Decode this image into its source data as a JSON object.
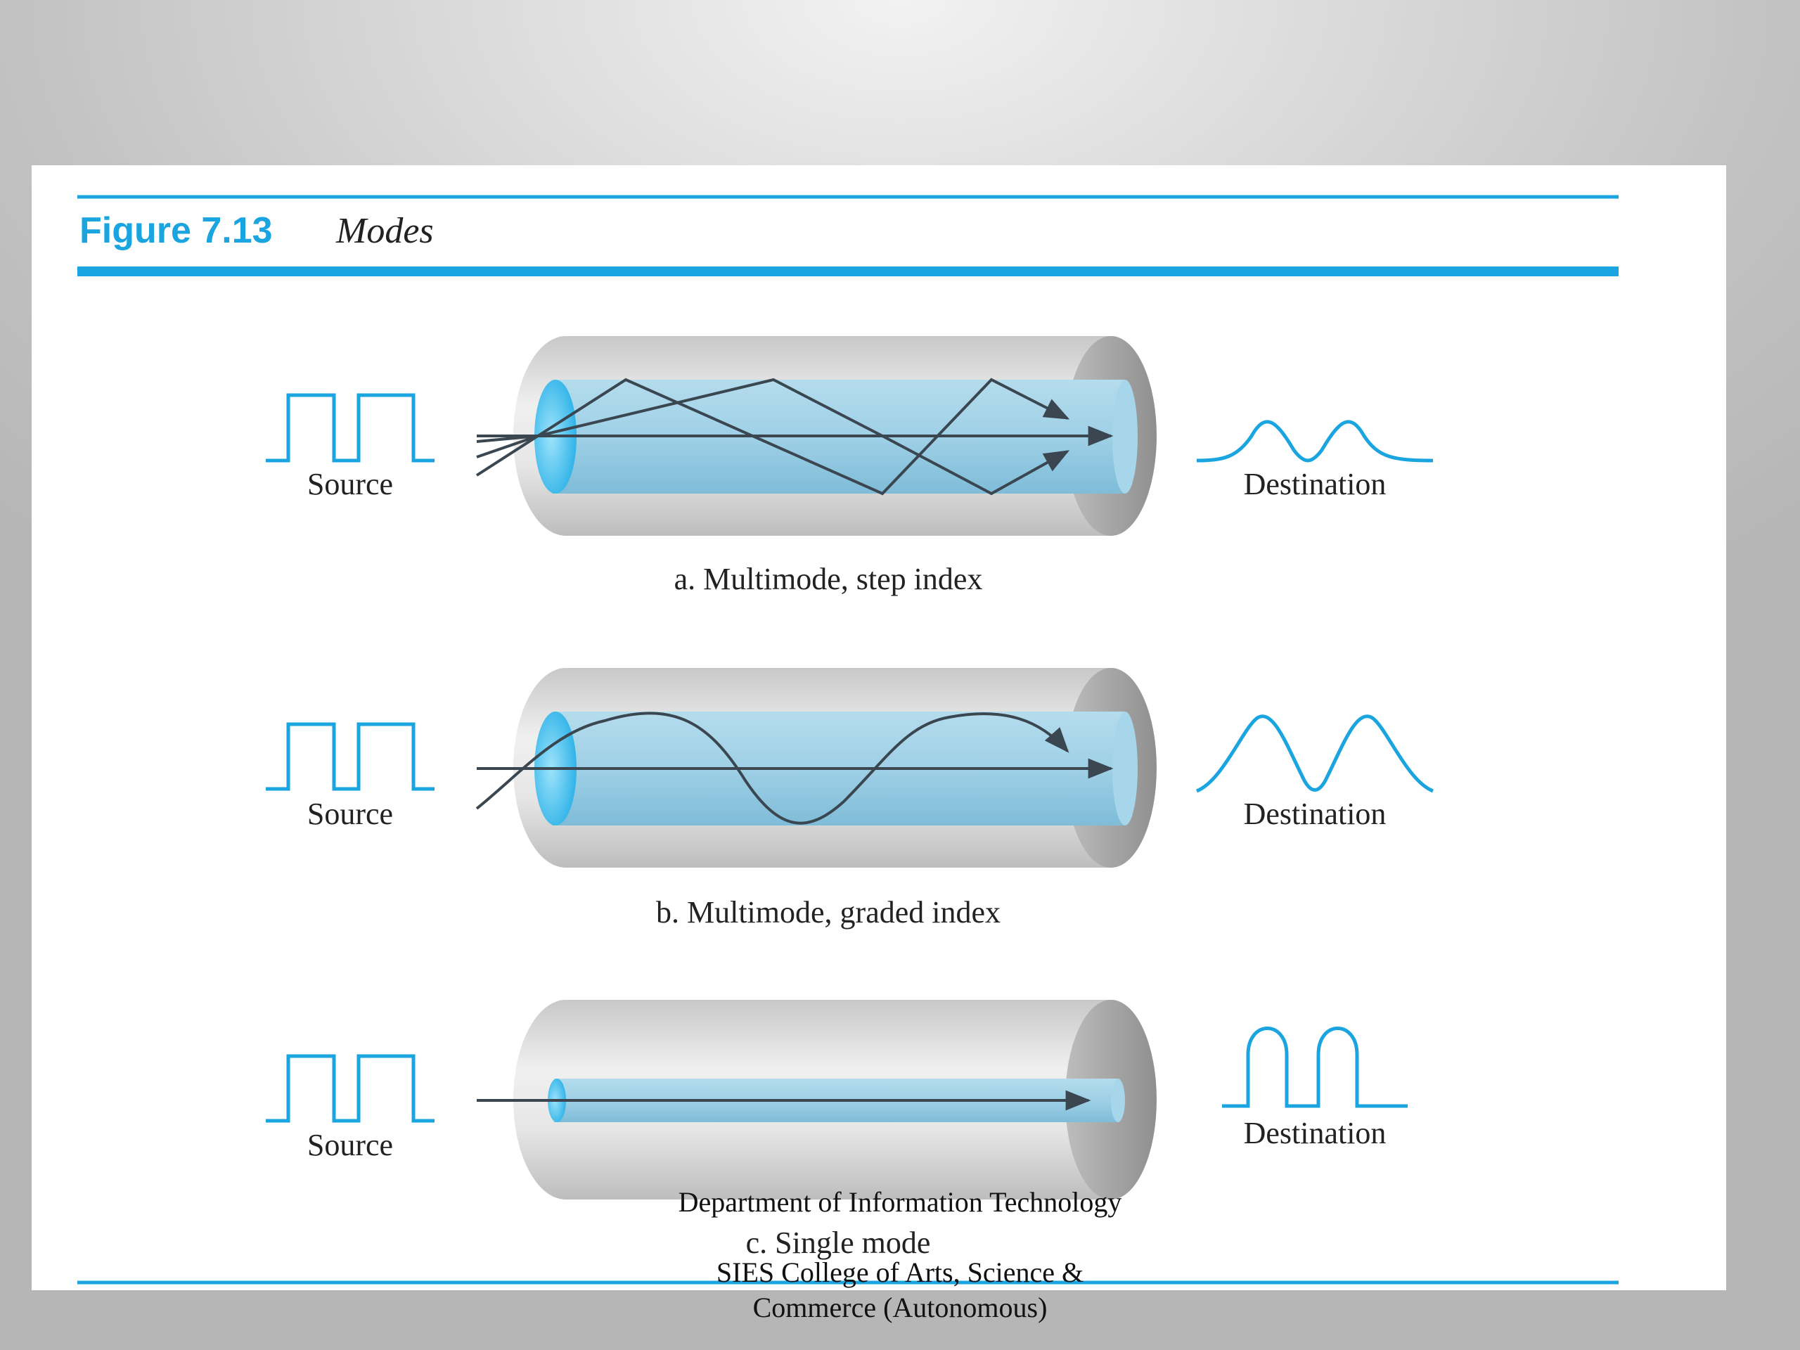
{
  "figure": {
    "number": "Figure 7.13",
    "title": "Modes"
  },
  "panels": [
    {
      "id": "a",
      "caption": "a. Multimode, step index",
      "source_label": "Source",
      "destination_label": "Destination"
    },
    {
      "id": "b",
      "caption": "b. Multimode, graded index",
      "source_label": "Source",
      "destination_label": "Destination"
    },
    {
      "id": "c",
      "caption": "c. Single mode",
      "source_label": "Source",
      "destination_label": "Destination"
    }
  ],
  "footer": {
    "department": "Department of Information Technology",
    "college_line1": "SIES College of Arts, Science &",
    "college_line2": "Commerce (Autonomous)"
  },
  "colors": {
    "accent": "#1aa5e0",
    "core": "#8ec9e2",
    "ray": "#3a4650"
  }
}
